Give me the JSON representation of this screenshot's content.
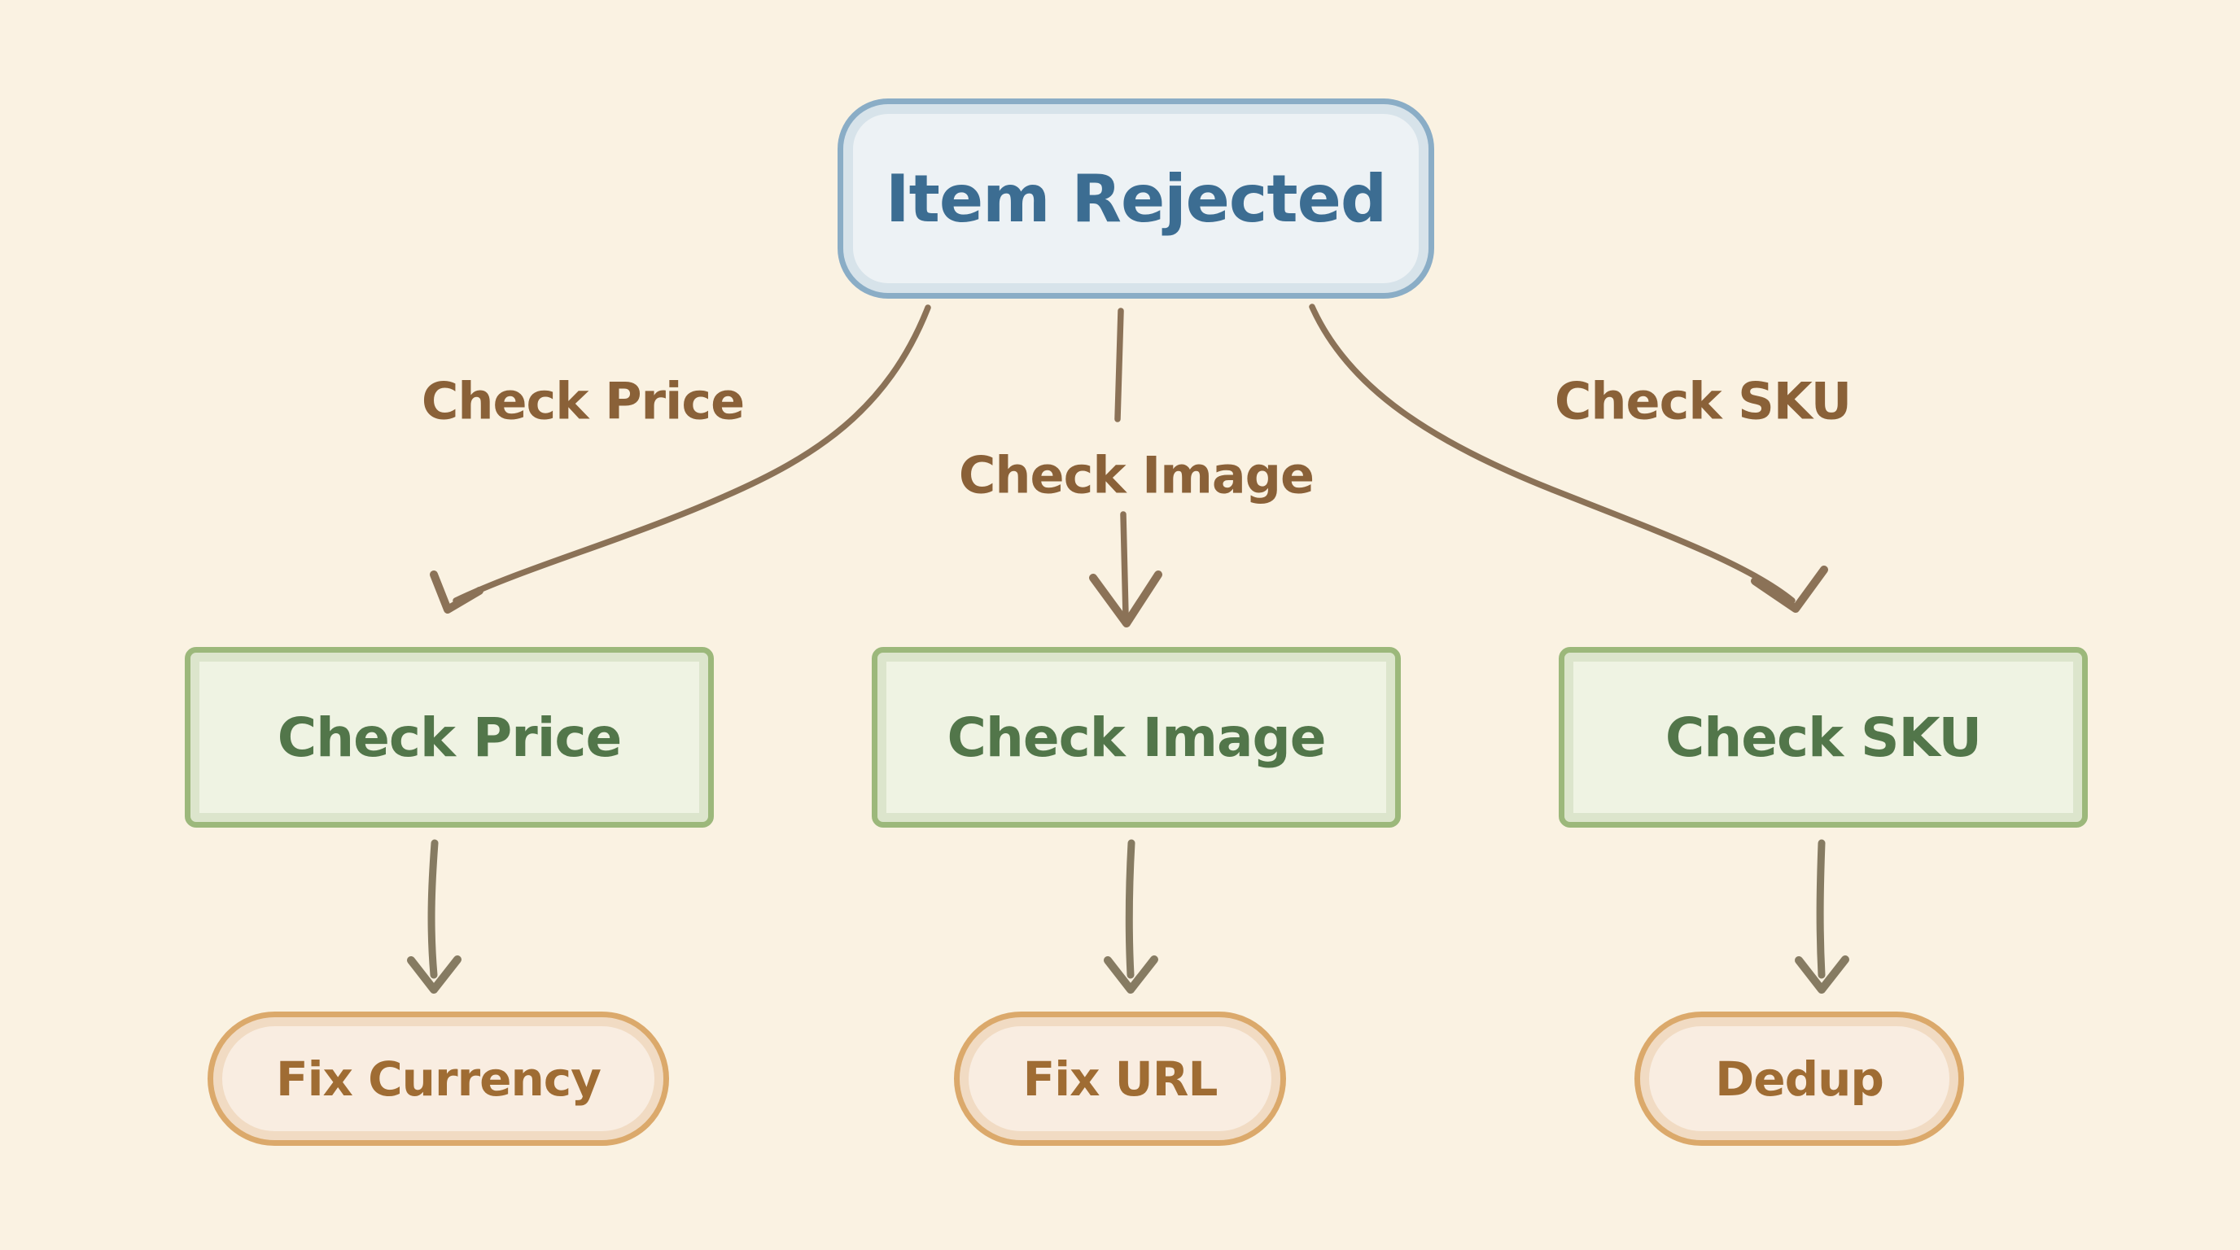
{
  "diagram": {
    "root": {
      "label": "Item Rejected"
    },
    "edge_labels": [
      {
        "label": "Check Price"
      },
      {
        "label": "Check Image"
      },
      {
        "label": "Check SKU"
      }
    ],
    "check_nodes": [
      {
        "label": "Check Price"
      },
      {
        "label": "Check Image"
      },
      {
        "label": "Check SKU"
      }
    ],
    "fix_nodes": [
      {
        "label": "Fix Currency"
      },
      {
        "label": "Fix URL"
      },
      {
        "label": "Dedup"
      }
    ],
    "connections": [
      {
        "from": "Item Rejected",
        "to": "Check Price",
        "label": "Check Price"
      },
      {
        "from": "Item Rejected",
        "to": "Check Image",
        "label": "Check Image"
      },
      {
        "from": "Item Rejected",
        "to": "Check SKU",
        "label": "Check SKU"
      },
      {
        "from": "Check Price",
        "to": "Fix Currency",
        "label": ""
      },
      {
        "from": "Check Image",
        "to": "Fix URL",
        "label": ""
      },
      {
        "from": "Check SKU",
        "to": "Dedup",
        "label": ""
      }
    ],
    "colors": {
      "background": "#faf2e2",
      "root_border": "#8aadc6",
      "root_fill": "#edf2f5",
      "root_text": "#3c6d92",
      "check_border": "#9cb87b",
      "check_fill": "#eff3e3",
      "check_text": "#52764a",
      "fix_border": "#dba96b",
      "fix_fill": "#f9ede1",
      "fix_text": "#9f6c33",
      "edge_label_text": "#8a6138",
      "arrow_curve": "#8b7257",
      "arrow_short": "#867b62"
    }
  }
}
